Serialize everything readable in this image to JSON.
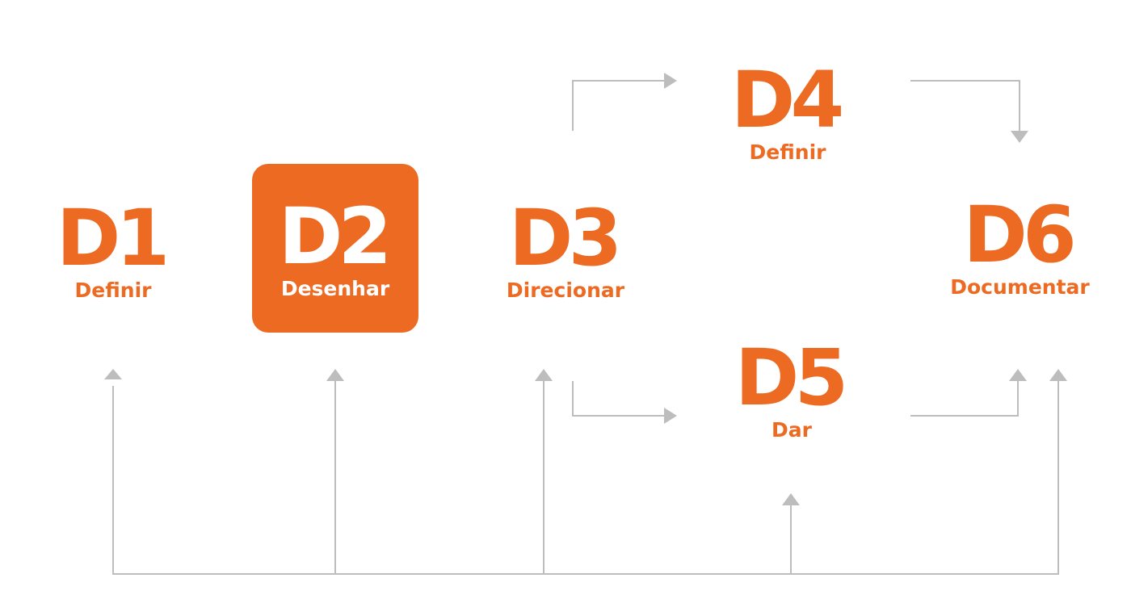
{
  "colors": {
    "accent": "#ec6a22",
    "highlight_text": "#ffffff",
    "connector": "#bdbdbd"
  },
  "nodes": {
    "d1": {
      "code": "D1",
      "label": "Definir"
    },
    "d2": {
      "code": "D2",
      "label": "Desenhar",
      "highlighted": true
    },
    "d3": {
      "code": "D3",
      "label": "Direcionar"
    },
    "d4": {
      "code": "D4",
      "label": "Definir"
    },
    "d5": {
      "code": "D5",
      "label": "Dar"
    },
    "d6": {
      "code": "D6",
      "label": "Documentar"
    }
  },
  "edges": [
    {
      "from": "D3",
      "to": "D4"
    },
    {
      "from": "D3",
      "to": "D5"
    },
    {
      "from": "D4",
      "to": "D6"
    },
    {
      "from": "D5",
      "to": "D6"
    },
    {
      "from": "feedback-bus",
      "to": "D1"
    },
    {
      "from": "feedback-bus",
      "to": "D2"
    },
    {
      "from": "feedback-bus",
      "to": "D3"
    },
    {
      "from": "feedback-bus",
      "to": "D5"
    },
    {
      "from": "feedback-bus",
      "to": "D6"
    }
  ]
}
